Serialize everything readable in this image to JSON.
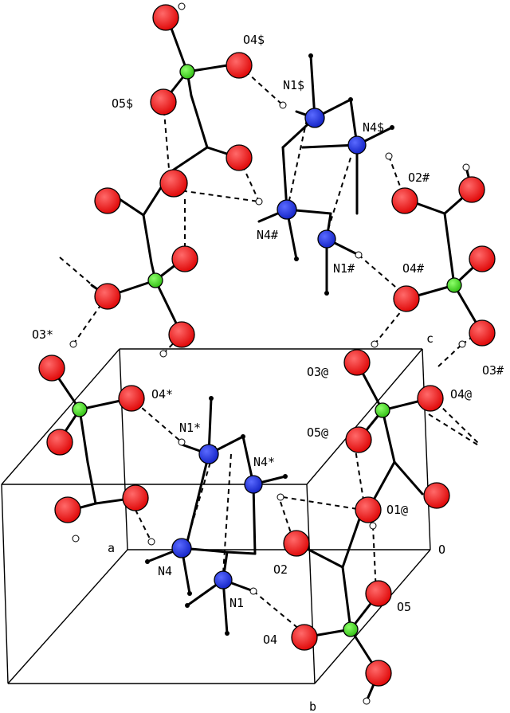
{
  "colors": {
    "oxygen": "#ee1111",
    "nitrogen": "#2233dd",
    "phosphorus": "#44dd22",
    "hydrogen": "#ffffff",
    "carbon": "#000000"
  },
  "labels": {
    "o4_dollar": "O4$",
    "n1_dollar": "N1$",
    "o5_dollar": "O5$",
    "n4_dollar": "N4$",
    "o2_hash": "O2#",
    "n4_hash": "N4#",
    "n1_hash": "N1#",
    "o4_hash": "O4#",
    "o3_star": "O3*",
    "c_axis": "c",
    "o3_at": "O3@",
    "o3_hash": "O3#",
    "o4_star": "O4*",
    "o4_at": "O4@",
    "n1_star": "N1*",
    "o5_at": "O5@",
    "n4_star": "N4*",
    "o1_at": "O1@",
    "a_axis": "a",
    "zero_origin": "O",
    "n4": "N4",
    "o2": "O2",
    "n1": "N1",
    "o5": "O5",
    "o4": "O4",
    "b_axis": "b"
  }
}
